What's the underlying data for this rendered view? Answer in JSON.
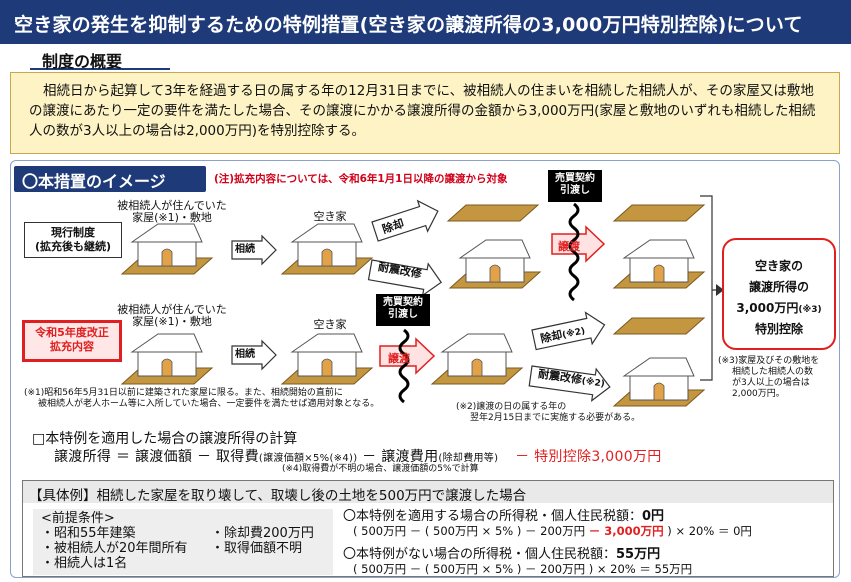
{
  "header": {
    "title": "空き家の発生を抑制するための特例措置(空き家の譲渡所得の3,000万円特別控除)について"
  },
  "overview": {
    "tab_label": "制度の概要",
    "text": "相続日から起算して3年を経過する日の属する年の12月31日までに、被相続人の住まいを相続した相続人が、その家屋又は敷地の譲渡にあたり一定の要件を満たした場合、その譲渡にかかる譲渡所得の金額から3,000万円(家屋と敷地のいずれも相続した相続人の数が3人以上の場合は2,000万円)を特別控除する。"
  },
  "image_section": {
    "title": "〇本措置のイメージ",
    "note": "(注)拡充内容については、令和6年1月1日以降の譲渡から対象",
    "row1": {
      "label_line1": "現行制度",
      "label_line2": "(拡充後も継続)",
      "house1_caption_line1": "被相続人が住んでいた",
      "house1_caption_line2": "家屋(※1)・敷地",
      "arrow_inherit": "相続",
      "house2_caption": "空き家",
      "arrow_demolish": "除却",
      "arrow_retrofit": "耐震改修",
      "contract_line1": "売買契約",
      "contract_line2": "引渡し",
      "arrow_transfer": "譲渡"
    },
    "row2": {
      "label_line1": "令和5年度改正",
      "label_line2": "拡充内容",
      "house1_caption_line1": "被相続人が住んでいた",
      "house1_caption_line2": "家屋(※1)・敷地",
      "arrow_inherit": "相続",
      "house2_caption": "空き家",
      "contract_line1": "売買契約",
      "contract_line2": "引渡し",
      "arrow_transfer": "譲渡",
      "arrow_demolish": "除却",
      "arrow_demolish_note": "(※2)",
      "arrow_retrofit": "耐震改修",
      "arrow_retrofit_note": "(※2)"
    },
    "result": {
      "line1": "空き家の",
      "line2": "譲渡所得の",
      "line3": "3,000万円",
      "line3_note": "(※3)",
      "line4": "特別控除"
    },
    "footnote1_line1": "(※1)昭和56年5月31日以前に建築された家屋に限る。また、相続開始の直前に",
    "footnote1_line2": "被相続人が老人ホーム等に入所していた場合、一定要件を満たせば適用対象となる。",
    "footnote2_line1": "(※2)譲渡の日の属する年の",
    "footnote2_line2": "翌年2月15日までに実施する必要がある。",
    "footnote3_line1": "(※3)家屋及びその敷地を",
    "footnote3_line2": "相続した相続人の数",
    "footnote3_line3": "が3人以上の場合は",
    "footnote3_line4": "2,000万円。"
  },
  "calculation": {
    "title": "□本特例を適用した場合の譲渡所得の計算",
    "formula_lhs": "譲渡所得 ＝ 譲渡価額 － 取得費",
    "formula_acq_note": "(譲渡価額×5%(※4))",
    "formula_mid": " － 譲渡費用",
    "formula_cost_note": "(除却費用等)",
    "formula_deduction": "－ 特別控除3,000万円",
    "note4": "(※4)取得費が不明の場合、譲渡価額の5%で計算"
  },
  "example": {
    "heading": "【具体例】相続した家屋を取り壊して、取壊し後の土地を500万円で譲渡した場合",
    "conditions_title": "<前提条件>",
    "conditions": [
      "・昭和55年建築",
      "・除却費200万円",
      "・被相続人が20年間所有",
      "・取得価額不明",
      "・相続人は1名"
    ],
    "with_special_label": "〇本特例を適用する場合の所得税・個人住民税額：",
    "with_special_value": "0円",
    "with_special_calc_a": "( 500万円 － ( 500万円 × 5% ) － 200万円 ",
    "with_special_calc_red": "－ 3,000万円",
    "with_special_calc_b": " ) × 20% ＝ 0円",
    "without_special_label": "〇本特例がない場合の所得税・個人住民税額：",
    "without_special_value": "55万円",
    "without_special_calc": "( 500万円 － ( 500万円 × 5% ) － 200万円 ) × 20% ＝ 55万円"
  },
  "colors": {
    "header_bg": "#1f3a78",
    "accent_red": "#e02020",
    "summary_bg": "#fdf3c4",
    "land": "#b8862c"
  }
}
